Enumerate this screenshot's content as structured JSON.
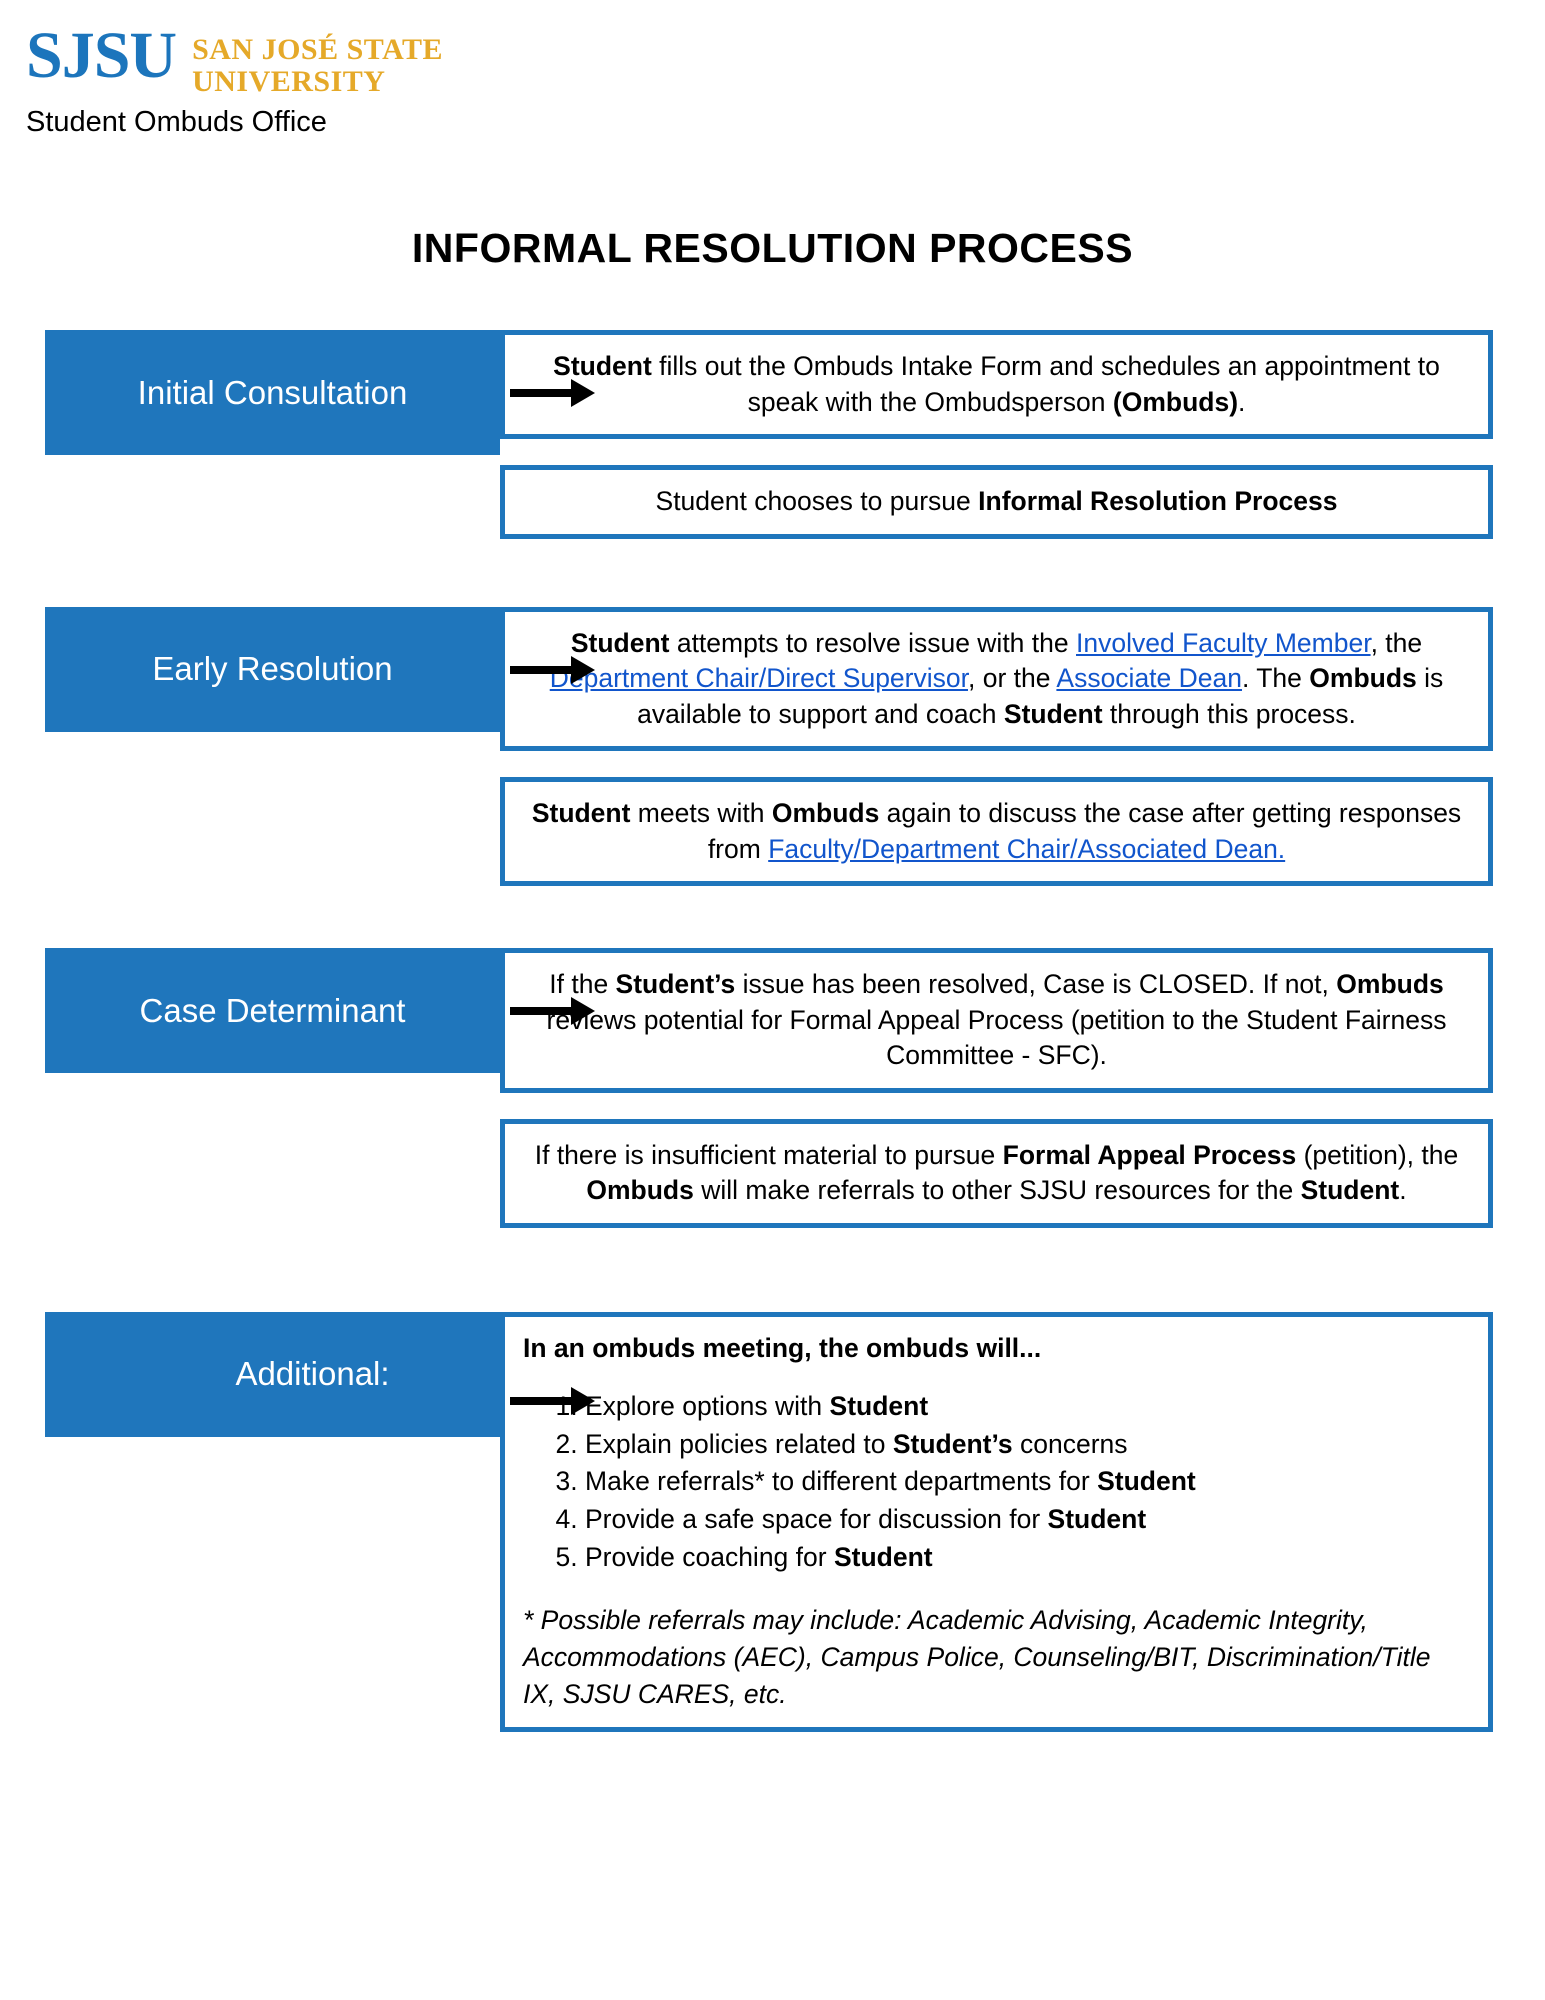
{
  "brand": {
    "logo_mark": "SJSU",
    "logo_line1": "SAN JOSÉ STATE",
    "logo_line2": "UNIVERSITY",
    "office": "Student Ombuds Office",
    "blue": "#1F76BC",
    "gold": "#E5A929",
    "link_blue": "#1155CC"
  },
  "title": "INFORMAL RESOLUTION PROCESS",
  "stages": [
    {
      "label": "Initial Consultation",
      "boxes": [
        {
          "id": "intake-form-box",
          "runs": [
            {
              "t": "Student",
              "s": "b"
            },
            {
              "t": " fills out the Ombuds Intake Form and schedules an appointment to speak with the Ombudsperson ",
              "s": "n"
            },
            {
              "t": "(Ombuds)",
              "s": "b"
            },
            {
              "t": ".",
              "s": "n"
            }
          ]
        },
        {
          "id": "choose-informal-box",
          "runs": [
            {
              "t": "Student chooses to pursue ",
              "s": "n"
            },
            {
              "t": "Informal Resolution Process",
              "s": "b"
            }
          ]
        }
      ]
    },
    {
      "label": "Early Resolution",
      "boxes": [
        {
          "id": "resolve-with-faculty-box",
          "runs": [
            {
              "t": "Student",
              "s": "b"
            },
            {
              "t": " attempts to resolve issue with the ",
              "s": "n"
            },
            {
              "t": "Involved Faculty Member",
              "s": "l"
            },
            {
              "t": ", the ",
              "s": "n"
            },
            {
              "t": "Department Chair/Direct Supervisor",
              "s": "l"
            },
            {
              "t": ", or the ",
              "s": "n"
            },
            {
              "t": "Associate Dean",
              "s": "l"
            },
            {
              "t": ". The ",
              "s": "n"
            },
            {
              "t": "Ombuds",
              "s": "b"
            },
            {
              "t": " is available to support and coach ",
              "s": "n"
            },
            {
              "t": "Student",
              "s": "b"
            },
            {
              "t": " through this process.",
              "s": "n"
            }
          ]
        },
        {
          "id": "followup-meeting-box",
          "runs": [
            {
              "t": "Student",
              "s": "b"
            },
            {
              "t": " meets with ",
              "s": "n"
            },
            {
              "t": "Ombuds",
              "s": "b"
            },
            {
              "t": " again to discuss the case after getting responses from ",
              "s": "n"
            },
            {
              "t": "Faculty/Department Chair/Associated Dean.",
              "s": "l"
            }
          ]
        }
      ]
    },
    {
      "label": "Case Determinant",
      "boxes": [
        {
          "id": "case-closed-box",
          "runs": [
            {
              "t": "If the ",
              "s": "n"
            },
            {
              "t": "Student’s",
              "s": "b"
            },
            {
              "t": " issue has been resolved, Case is CLOSED. If not, ",
              "s": "n"
            },
            {
              "t": "Ombuds",
              "s": "b"
            },
            {
              "t": " reviews potential for Formal Appeal Process (petition to the Student Fairness Committee - SFC).",
              "s": "n"
            }
          ]
        },
        {
          "id": "insufficient-material-box",
          "runs": [
            {
              "t": "If there is insufficient material to pursue ",
              "s": "n"
            },
            {
              "t": "Formal Appeal Process",
              "s": "b"
            },
            {
              "t": " (petition), the ",
              "s": "n"
            },
            {
              "t": "Ombuds",
              "s": "b"
            },
            {
              "t": " will make referrals to other SJSU resources for the ",
              "s": "n"
            },
            {
              "t": "Student",
              "s": "b"
            },
            {
              "t": ".",
              "s": "n"
            }
          ]
        }
      ]
    }
  ],
  "additional": {
    "label": "Additional:",
    "heading": "In an ombuds meeting, the ombuds will...",
    "items": [
      [
        {
          "t": "Explore options with ",
          "s": "n"
        },
        {
          "t": "Student",
          "s": "b"
        }
      ],
      [
        {
          "t": "Explain policies related to ",
          "s": "n"
        },
        {
          "t": "Student’s",
          "s": "b"
        },
        {
          "t": " concerns",
          "s": "n"
        }
      ],
      [
        {
          "t": "Make referrals* to different departments for ",
          "s": "n"
        },
        {
          "t": "Student",
          "s": "b"
        }
      ],
      [
        {
          "t": "Provide a safe space for discussion for ",
          "s": "n"
        },
        {
          "t": "Student",
          "s": "b"
        }
      ],
      [
        {
          "t": "Provide coaching for ",
          "s": "n"
        },
        {
          "t": "Student",
          "s": "b"
        }
      ]
    ],
    "footnote": "* Possible referrals may include: Academic Advising, Academic Integrity, Accommodations (AEC), Campus Police, Counseling/BIT, Discrimination/Title IX, SJSU CARES, etc."
  }
}
